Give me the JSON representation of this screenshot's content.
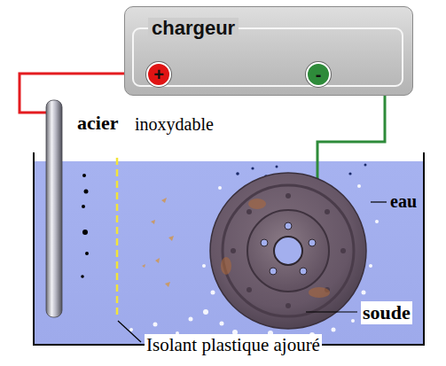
{
  "diagram": {
    "nodes": [
      {
        "text": [
          "chargeur"
        ]
      },
      {
        "text": [
          "+"
        ],
        "in": 0
      },
      {
        "text": [
          "-"
        ],
        "in": 0
      }
    ],
    "labels": [
      "acier",
      "inoxydable",
      "eau",
      "soude",
      "Isolant plastique ajouré"
    ]
  }
}
